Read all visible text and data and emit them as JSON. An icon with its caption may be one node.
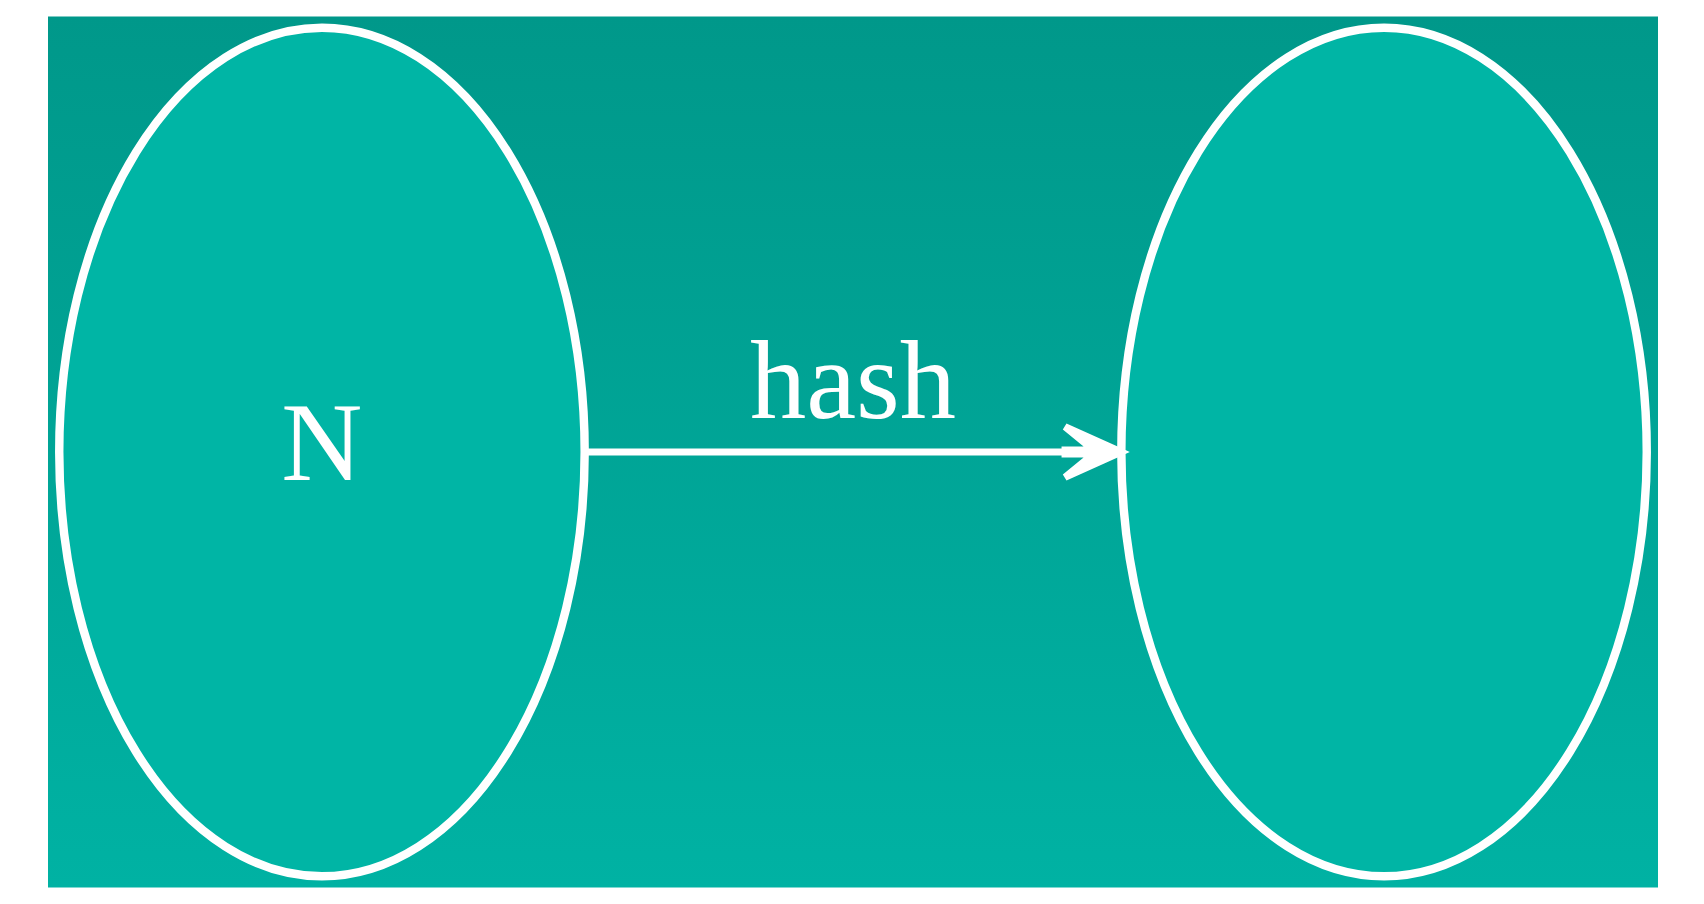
{
  "diagram": {
    "nodes": [
      {
        "text": [
          "N"
        ]
      },
      {
        "text": [],
        "shape": "ellipse"
      }
    ],
    "edges": [
      {
        "from": 0,
        "to": 1,
        "arrow": "to",
        "label": "hash"
      }
    ]
  }
}
